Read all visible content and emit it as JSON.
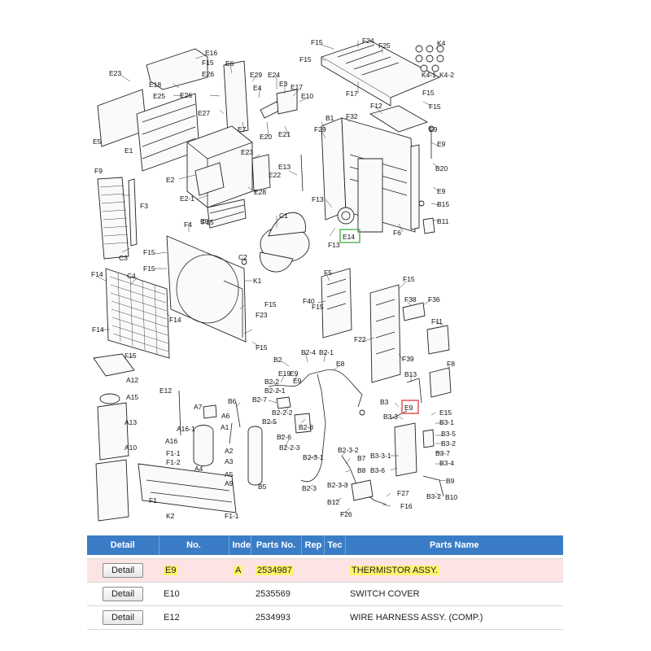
{
  "diagram": {
    "labels": [
      "E16",
      "E6",
      "E23",
      "E18",
      "E25",
      "E26",
      "E29",
      "E24",
      "E3",
      "E17",
      "E10",
      "E4",
      "E26",
      "E27",
      "E7",
      "E20",
      "E21",
      "E5",
      "E1",
      "E23",
      "E22",
      "E13",
      "E2",
      "E28",
      "E2-1",
      "F9",
      "F3",
      "E9",
      "C1",
      "C3",
      "F4",
      "F15",
      "C2",
      "F15",
      "K1",
      "F14",
      "C4",
      "F15",
      "F23",
      "F14",
      "F14",
      "F15",
      "F15",
      "F24",
      "F25",
      "K4",
      "K4-1",
      "K4-2",
      "F17",
      "F15",
      "F12",
      "B1",
      "F32",
      "F29",
      "E9",
      "B20",
      "E9",
      "B15",
      "B11",
      "F13",
      "F13",
      "E14",
      "F6",
      "F5",
      "F40",
      "F15",
      "F38",
      "F36",
      "F11",
      "F22",
      "F39",
      "F8",
      "B2",
      "B2-4",
      "B2-1",
      "E19",
      "E9",
      "B2-2",
      "B2-2-1",
      "E8",
      "B13",
      "B2-7",
      "B3",
      "E9",
      "E15",
      "B2-2-2",
      "B3-3",
      "B3-1",
      "B2-5",
      "B2-8",
      "B3-5",
      "B2-6",
      "B3-2",
      "B3-7",
      "B2-2-3",
      "B2-3-1",
      "B2-3-2",
      "B3-3-1",
      "B3-6",
      "B7",
      "B8",
      "B3-4",
      "B9",
      "B6",
      "B2-3",
      "B3-2",
      "B10",
      "B2-3-3",
      "F27",
      "B12",
      "F16",
      "F26",
      "F16",
      "A12",
      "A15",
      "E12",
      "A13",
      "A7",
      "A6",
      "A16-1",
      "A1",
      "A16",
      "A2",
      "A10",
      "F1-1",
      "F1-2",
      "A4",
      "A3",
      "A5",
      "A9",
      "B5",
      "F1",
      "K2",
      "F1-1",
      "F15",
      "F15",
      "F15",
      "F15",
      "F15",
      "F15",
      "E9",
      "E9"
    ],
    "highlight_e14": "E14",
    "highlight_e9": "E9"
  },
  "table": {
    "headers": [
      "Detail",
      "No.",
      "Inde",
      "Parts No.",
      "Rep",
      "Tec",
      "Parts Name"
    ],
    "rows": [
      {
        "detail": "Detail",
        "no": "E9",
        "index": "A",
        "parts_no": "2534987",
        "rep": "",
        "tec": "",
        "name": "THERMISTOR ASSY."
      },
      {
        "detail": "Detail",
        "no": "E10",
        "index": "",
        "parts_no": "2535569",
        "rep": "",
        "tec": "",
        "name": "SWITCH COVER"
      },
      {
        "detail": "Detail",
        "no": "E12",
        "index": "",
        "parts_no": "2534993",
        "rep": "",
        "tec": "",
        "name": "WIRE HARNESS ASSY. (COMP.)"
      }
    ],
    "colors": {
      "header": "#3a7dc6",
      "highlight_row": "#fce4e4",
      "marker": "#fff36b"
    }
  }
}
